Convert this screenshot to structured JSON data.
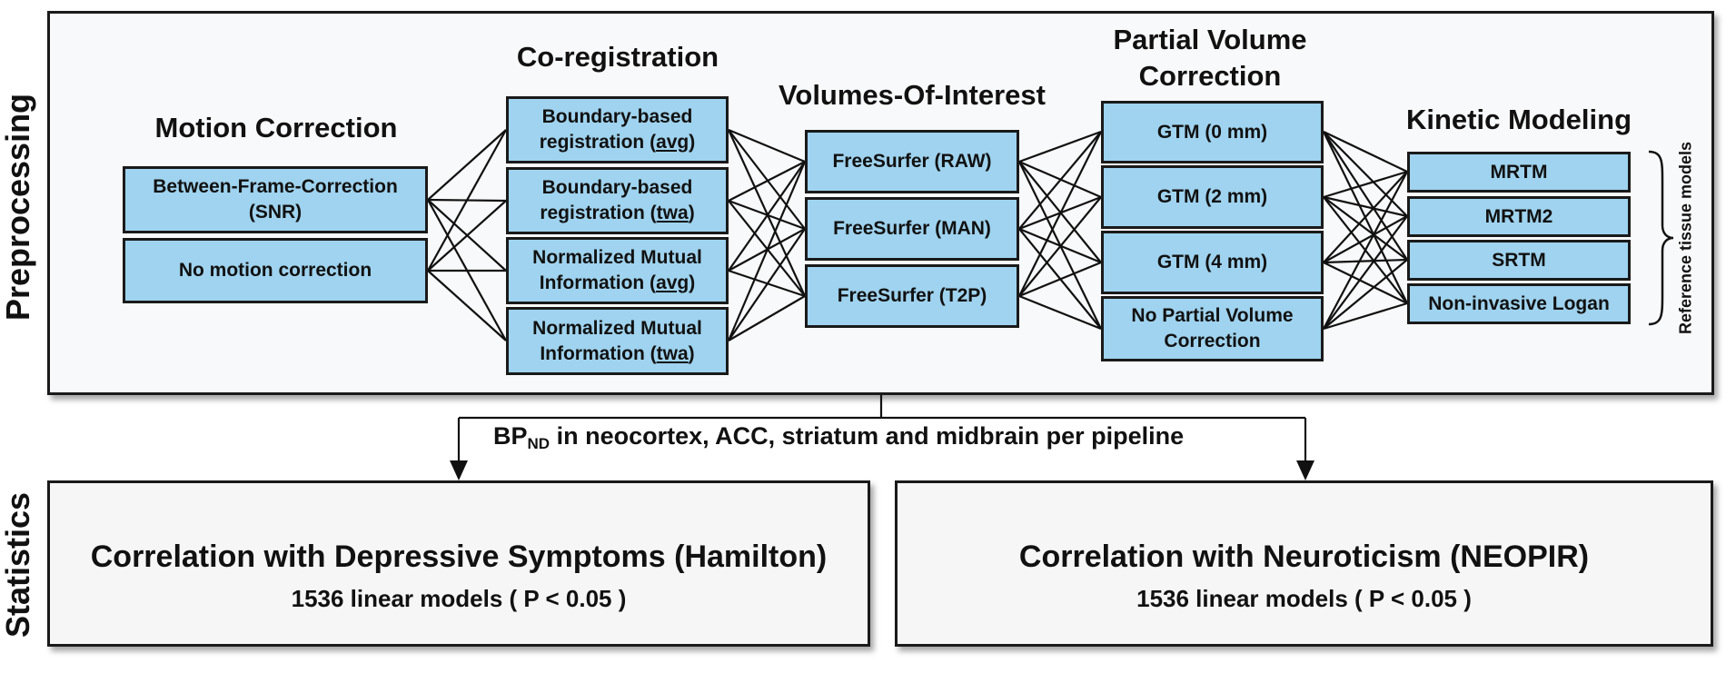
{
  "preprocessing": {
    "side_label": "Preprocessing",
    "motion": {
      "title": "Motion Correction",
      "options": [
        {
          "line1": "Between-Frame-Correction",
          "line2": "(SNR)"
        },
        {
          "line1": "No motion correction",
          "line2": ""
        }
      ]
    },
    "coreg": {
      "title": "Co-registration",
      "options": [
        {
          "line1": "Boundary-based",
          "line2a": "registration (",
          "line2u": "avg",
          "line2b": ")"
        },
        {
          "line1": "Boundary-based",
          "line2a": "registration (",
          "line2u": "twa",
          "line2b": ")"
        },
        {
          "line1": "Normalized Mutual",
          "line2a": "Information (",
          "line2u": "avg",
          "line2b": ")"
        },
        {
          "line1": "Normalized Mutual",
          "line2a": "Information (",
          "line2u": "twa",
          "line2b": ")"
        }
      ]
    },
    "voi": {
      "title": "Volumes-Of-Interest",
      "options": [
        "FreeSurfer (RAW)",
        "FreeSurfer (MAN)",
        "FreeSurfer (T2P)"
      ]
    },
    "pvc": {
      "title_line1": "Partial Volume",
      "title_line2": "Correction",
      "options": [
        {
          "line1": "GTM (0 mm)",
          "line2": ""
        },
        {
          "line1": "GTM (2 mm)",
          "line2": ""
        },
        {
          "line1": "GTM (4 mm)",
          "line2": ""
        },
        {
          "line1": "No Partial Volume",
          "line2": "Correction"
        }
      ]
    },
    "kinetic": {
      "title": "Kinetic Modeling",
      "options": [
        "MRTM",
        "MRTM2",
        "SRTM",
        "Non-invasive Logan"
      ],
      "brace_label": "Reference tissue models"
    }
  },
  "flow": {
    "label_prefix": "BP",
    "label_sub": "ND",
    "label_rest": " in neocortex, ACC, striatum and midbrain per pipeline"
  },
  "statistics": {
    "side_label": "Statistics",
    "left": {
      "title": "Correlation with Depressive Symptoms (Hamilton)",
      "subtitle": "1536 linear models ( P < 0.05 )"
    },
    "right": {
      "title": "Correlation with Neuroticism (NEOPIR)",
      "subtitle": "1536 linear models ( P < 0.05 )"
    }
  },
  "colors": {
    "box_fill": "#9fd3ef",
    "border": "#1a1a1a",
    "panel_bg": "#f8f9fa"
  }
}
